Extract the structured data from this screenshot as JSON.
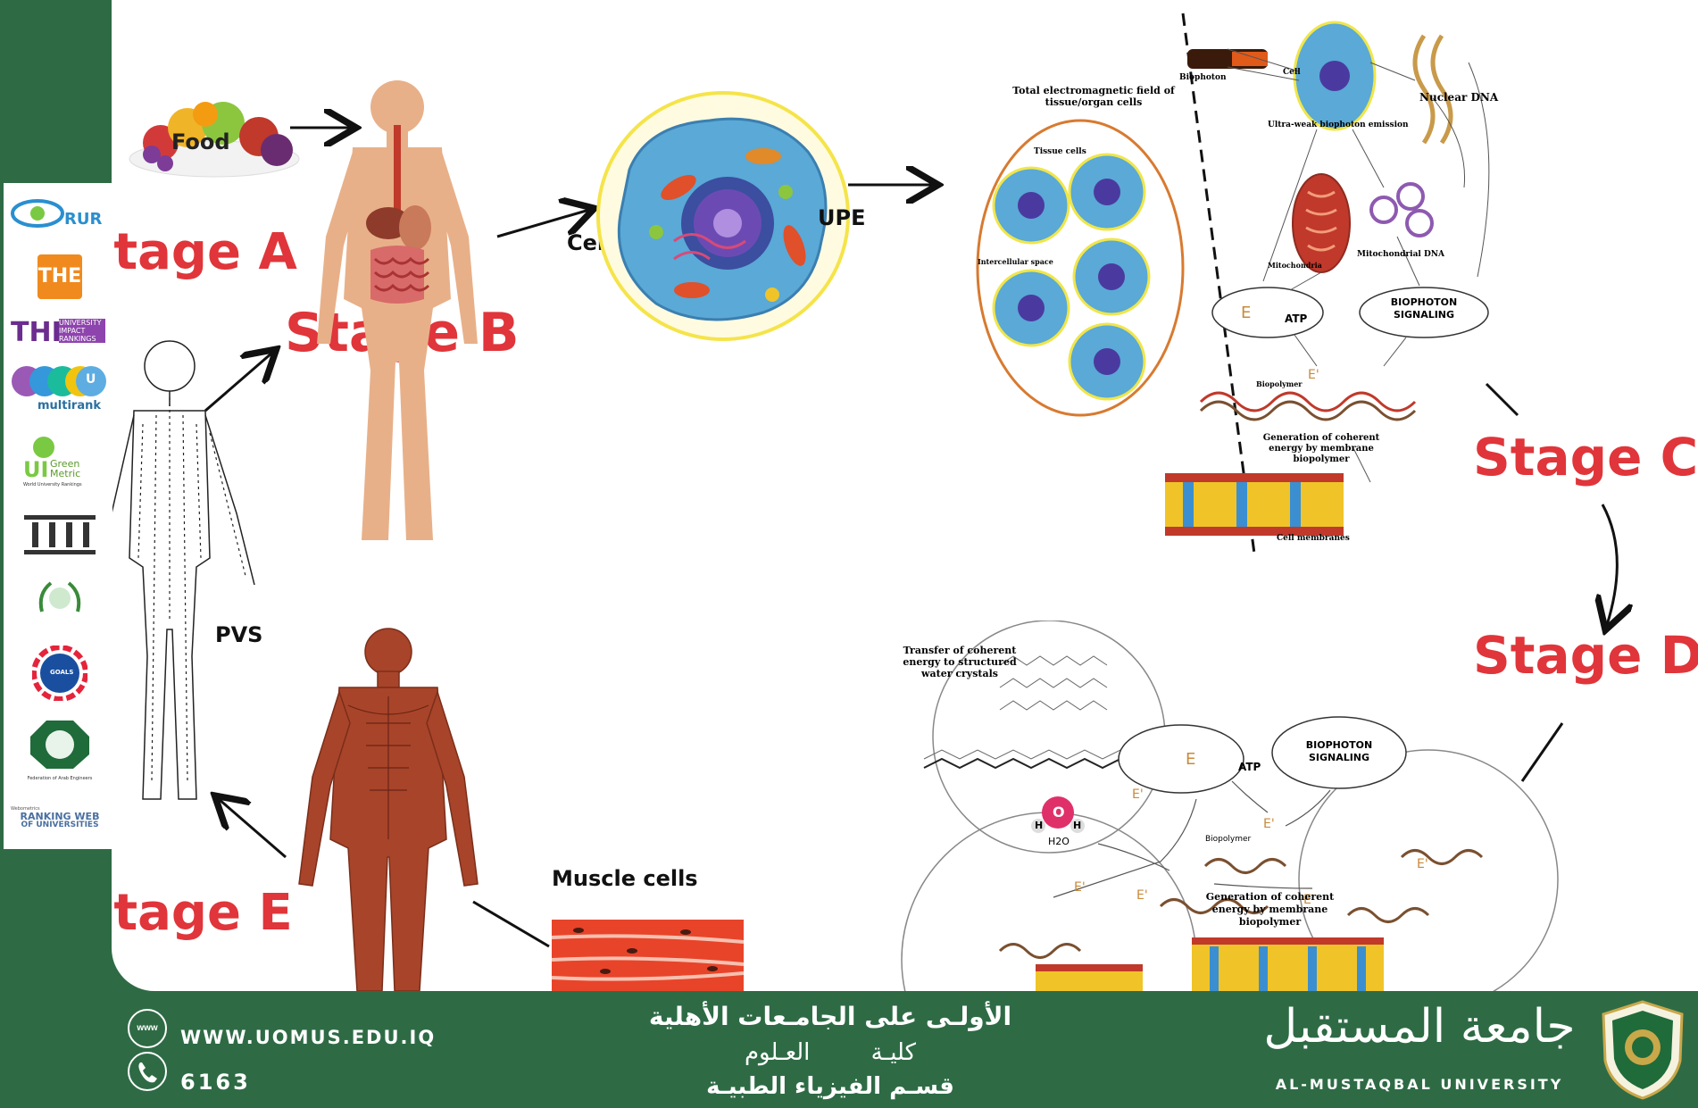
{
  "stages": {
    "a": "Stage A",
    "b": "Stage B",
    "c": "Stage C",
    "d": "Stage D",
    "e": "Stage E"
  },
  "labels": {
    "food": "Food",
    "cell": "Cell",
    "upe": "UPE",
    "pvs": "PVS",
    "muscle_cells": "Muscle cells"
  },
  "upper_diagram": {
    "total_em_field": "Total electromagnetic field of tissue/organ cells",
    "tissue_cells": "Tissue cells",
    "intercellular_space": "Intercellular space",
    "biophoton": "Biophoton",
    "cell": "Cell",
    "ultra_weak": "Ultra-weak biophoton emission",
    "nuclear_dna": "Nuclear DNA",
    "mitochondria": "Mitochondria",
    "mitochondrial_dna": "Mitochondrial DNA",
    "e_symbol": "E",
    "atp": "ATP",
    "biophoton_signaling": "BIOPHOTON SIGNALING",
    "biopolymer": "Biopolymer",
    "e_prime": "E'",
    "generation": "Generation of coherent energy by membrane biopolymer",
    "cell_membranes": "Cell membranes"
  },
  "lower_diagram": {
    "transfer": "Transfer of coherent energy to structured water crystals",
    "e_symbol": "E",
    "atp": "ATP",
    "biophoton_signaling": "BIOPHOTON SIGNALING",
    "o": "O",
    "h": "H",
    "h2o": "H2O",
    "biopolymer": "Biopolymer",
    "e_prime": "E'",
    "generation": "Generation of coherent energy by membrane biopolymer"
  },
  "rankings": {
    "rur": "RUR",
    "the": "THE",
    "the_impact_big": "THE",
    "the_impact_small": "UNIVERSITY IMPACT RANKINGS",
    "u": "U",
    "multirank": "multirank",
    "ui": "UI",
    "green_metric": "Green Metric",
    "world_rankings": "World University Rankings",
    "sdg_goals": "GOALS",
    "arab_engineers": "Federation of Arab Engineers",
    "webometrics": "Webometrics",
    "ranking_web": "RANKING WEB",
    "of_universities": "OF UNIVERSITIES"
  },
  "footer": {
    "www_icon": "www",
    "website": "WWW.UOMUS.EDU.IQ",
    "phone": "6163",
    "arabic_line1": "الأولـى على الجامـعات الأهلية",
    "arabic_line2": "كليـة العـلوم",
    "arabic_line3": "قسـم الفيزياء الطبيـة",
    "university_ar": "جامعة المستقبل",
    "university_en": "AL-MUSTAQBAL UNIVERSITY"
  },
  "colors": {
    "green": "#2e6b45",
    "stage_red": "#e0353a",
    "skin": "#e8b089",
    "muscle": "#a8442a"
  }
}
